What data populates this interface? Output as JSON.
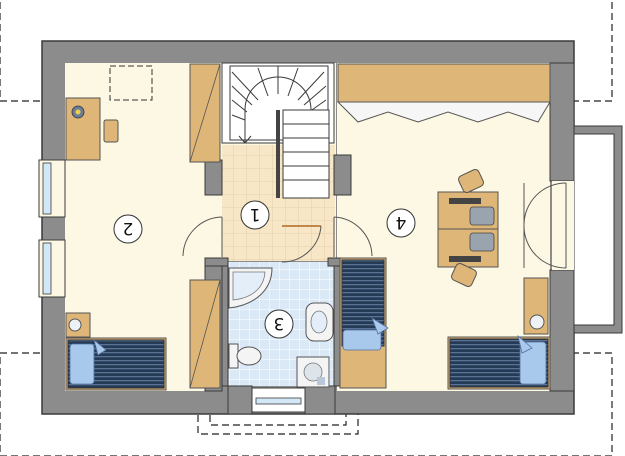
{
  "rooms": [
    {
      "id": "room-1",
      "number": "1"
    },
    {
      "id": "room-2",
      "number": "2"
    },
    {
      "id": "room-3",
      "number": "3"
    },
    {
      "id": "room-4",
      "number": "4"
    }
  ],
  "colors": {
    "wall": "#8c8c8c",
    "wall_stroke": "#3a3a3a",
    "floor": "#fdf8e3",
    "hall_tile": "#f8e7c6",
    "bath_tile": "#dbe9f7",
    "wood": "#deb677",
    "bed_cover": "#253a55",
    "pillow": "#a9c9ec",
    "window_glass": "#d3e8f7",
    "label_circle": "#ffffff"
  }
}
